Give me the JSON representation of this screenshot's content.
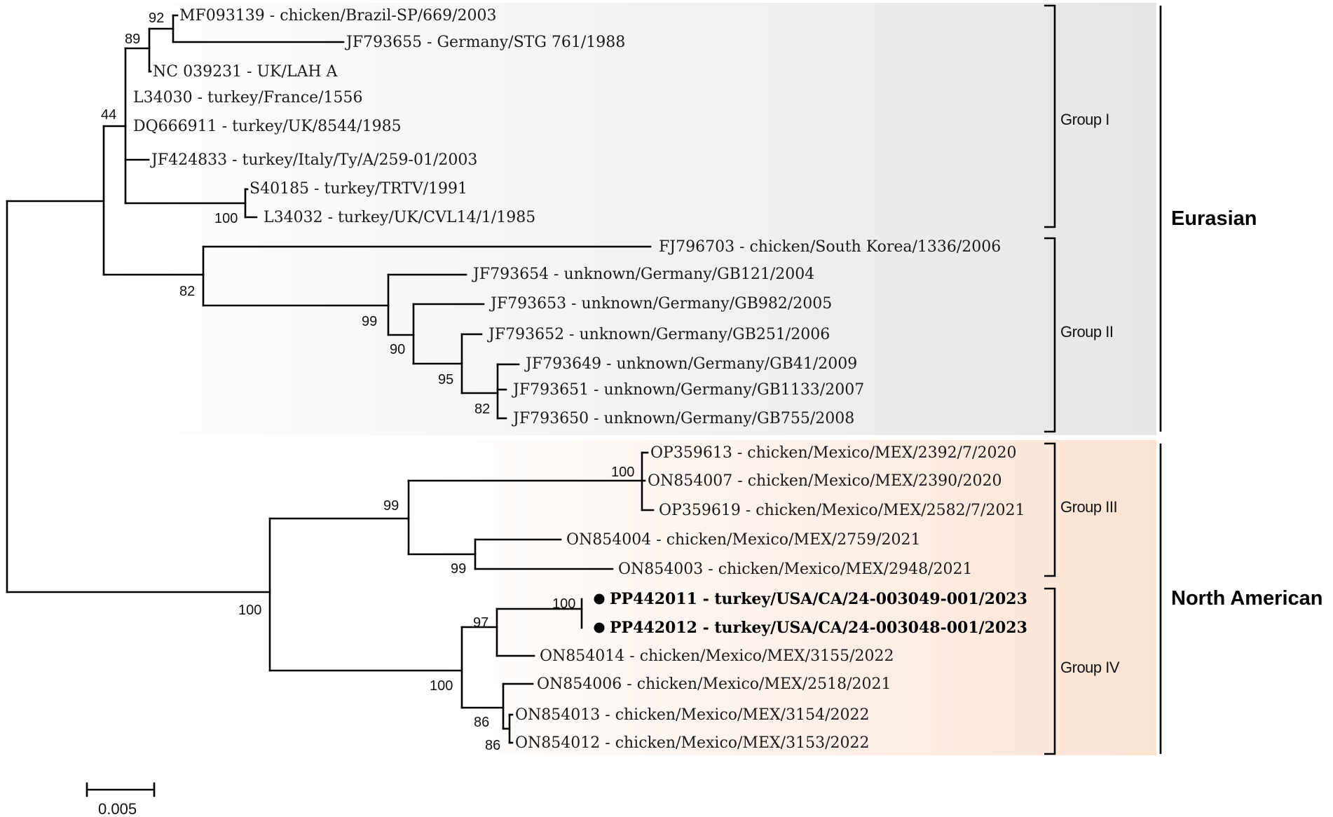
{
  "leaves": [
    {
      "id": "l1",
      "text": "MF093139 - chicken/Brazil-SP/669/2003"
    },
    {
      "id": "l2",
      "text": "JF793655 - Germany/STG 761/1988"
    },
    {
      "id": "l3",
      "text": "NC 039231 - UK/LAH A"
    },
    {
      "id": "l4",
      "text": "L34030 - turkey/France/1556"
    },
    {
      "id": "l5",
      "text": "DQ666911 - turkey/UK/8544/1985"
    },
    {
      "id": "l6",
      "text": "JF424833 - turkey/Italy/Ty/A/259-01/2003"
    },
    {
      "id": "l7",
      "text": "S40185 - turkey/TRTV/1991"
    },
    {
      "id": "l8",
      "text": "L34032 - turkey/UK/CVL14/1/1985"
    },
    {
      "id": "l9",
      "text": "FJ796703 - chicken/South Korea/1336/2006"
    },
    {
      "id": "l10",
      "text": "JF793654 - unknown/Germany/GB121/2004"
    },
    {
      "id": "l11",
      "text": "JF793653 - unknown/Germany/GB982/2005"
    },
    {
      "id": "l12",
      "text": "JF793652 - unknown/Germany/GB251/2006"
    },
    {
      "id": "l13",
      "text": "JF793649 - unknown/Germany/GB41/2009"
    },
    {
      "id": "l14",
      "text": "JF793651 - unknown/Germany/GB1133/2007"
    },
    {
      "id": "l15",
      "text": "JF793650 - unknown/Germany/GB755/2008"
    },
    {
      "id": "l16",
      "text": "OP359613 - chicken/Mexico/MEX/2392/7/2020"
    },
    {
      "id": "l17",
      "text": "ON854007 - chicken/Mexico/MEX/2390/2020"
    },
    {
      "id": "l18",
      "text": "OP359619 - chicken/Mexico/MEX/2582/7/2021"
    },
    {
      "id": "l19",
      "text": "ON854004 - chicken/Mexico/MEX/2759/2021"
    },
    {
      "id": "l20",
      "text": "ON854003 - chicken/Mexico/MEX/2948/2021"
    },
    {
      "id": "l21",
      "text": "PP442011 - turkey/USA/CA/24-003049-001/2023",
      "bold": true
    },
    {
      "id": "l22",
      "text": "PP442012 - turkey/USA/CA/24-003048-001/2023",
      "bold": true
    },
    {
      "id": "l23",
      "text": "ON854014 - chicken/Mexico/MEX/3155/2022"
    },
    {
      "id": "l24",
      "text": "ON854006 - chicken/Mexico/MEX/2518/2021"
    },
    {
      "id": "l25",
      "text": "ON854013 - chicken/Mexico/MEX/3154/2022"
    },
    {
      "id": "l26",
      "text": "ON854012 - chicken/Mexico/MEX/3153/2022"
    }
  ],
  "bootstrap": [
    {
      "id": "b92",
      "value": "92"
    },
    {
      "id": "b89",
      "value": "89"
    },
    {
      "id": "b44",
      "value": "44"
    },
    {
      "id": "b100a",
      "value": "100"
    },
    {
      "id": "b82a",
      "value": "82"
    },
    {
      "id": "b99a",
      "value": "99"
    },
    {
      "id": "b90",
      "value": "90"
    },
    {
      "id": "b95",
      "value": "95"
    },
    {
      "id": "b82b",
      "value": "82"
    },
    {
      "id": "b100b",
      "value": "100"
    },
    {
      "id": "b99b",
      "value": "99"
    },
    {
      "id": "b99c",
      "value": "99"
    },
    {
      "id": "b100c",
      "value": "100"
    },
    {
      "id": "b100d",
      "value": "100"
    },
    {
      "id": "b97",
      "value": "97"
    },
    {
      "id": "b100e",
      "value": "100"
    },
    {
      "id": "b86a",
      "value": "86"
    },
    {
      "id": "b86b",
      "value": "86"
    }
  ],
  "groups": [
    "Group I",
    "Group II",
    "Group III",
    "Group IV"
  ],
  "lineages": {
    "eurasian": "Eurasian",
    "north_american": "North American"
  },
  "scale": {
    "label": "0.005"
  },
  "colors": {
    "eurasian_band": "#e6e6e6",
    "north_american_band": "#fbe3d3"
  }
}
